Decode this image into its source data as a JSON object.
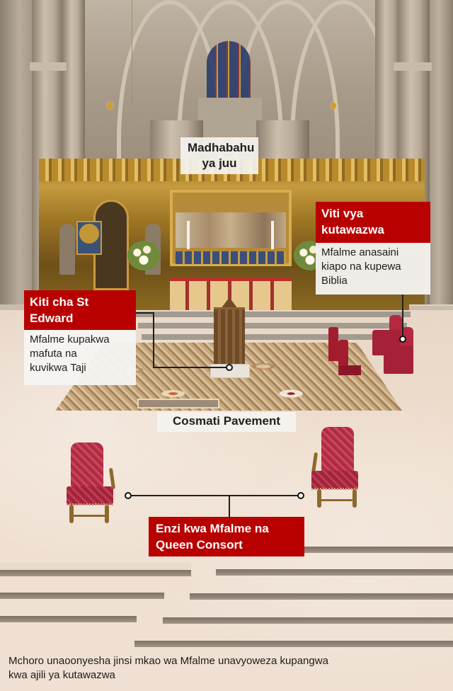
{
  "labels": {
    "high_altar": {
      "line1": "Madhabahu",
      "line2": "ya juu"
    },
    "chairs_of_estate": {
      "title_line1": "Viti vya",
      "title_line2": "kutawazwa",
      "desc_line1": "Mfalme anasaini",
      "desc_line2": "kiapo na kupewa",
      "desc_line3": "Biblia"
    },
    "st_edward_chair": {
      "title_line1": "Kiti cha St",
      "title_line2": "Edward",
      "desc_line1": "Mfalme kupakwa",
      "desc_line2": "mafuta na",
      "desc_line3": "kuvikwa Taji"
    },
    "cosmati_pavement": {
      "text": "Cosmati Pavement"
    },
    "thrones": {
      "line1": "Enzi kwa Mfalme na",
      "line2": "Queen Consort"
    }
  },
  "caption": {
    "line1": "Mchoro unaoonyesha jinsi mkao wa Mfalme unavyoweza kupangwa",
    "line2": "kwa ajili ya kutawazwa"
  },
  "colors": {
    "label_red": "#b80000",
    "label_white": "#f5f3f0",
    "leader_line": "#1f1f1f",
    "throne_red": "#b22b45",
    "floor_stone": "#efe0d2"
  }
}
